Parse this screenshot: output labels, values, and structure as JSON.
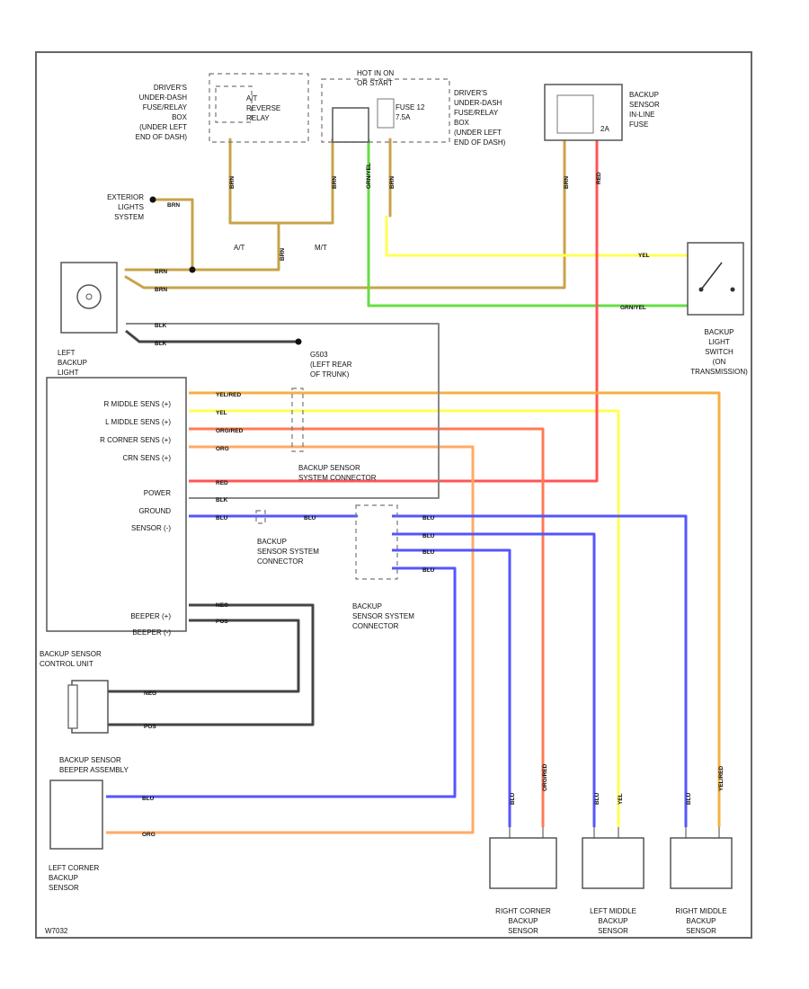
{
  "colors": {
    "brn": "#c8a34a",
    "yel": "#ffff55",
    "grn_yel": "#66dd44",
    "red": "#ff5555",
    "org": "#ffaa66",
    "yel_red": "#f5b040",
    "org_red": "#ff7a55",
    "blu": "#5555ff",
    "blk": "#444444",
    "gray": "#888888"
  },
  "components": {
    "drivers_fuse_relay_box_left": [
      "DRIVER'S",
      "UNDER-DASH",
      "FUSE/RELAY",
      "BOX",
      "(UNDER LEFT",
      "END OF DASH)"
    ],
    "at_reverse_relay": [
      "A/T",
      "REVERSE",
      "RELAY"
    ],
    "hot_in_on": [
      "HOT IN ON",
      "OR START"
    ],
    "fuse_12": [
      "FUSE 12",
      "7.5A"
    ],
    "drivers_fuse_relay_box_right": [
      "DRIVER'S",
      "UNDER-DASH",
      "FUSE/RELAY",
      "BOX",
      "(UNDER LEFT",
      "END OF DASH)"
    ],
    "backup_sensor_inline_fuse": [
      "BACKUP",
      "SENSOR",
      "IN-LINE",
      "FUSE"
    ],
    "inline_fuse_rating": "2A",
    "exterior_lights_system": [
      "EXTERIOR",
      "LIGHTS",
      "SYSTEM"
    ],
    "at_label": "A/T",
    "mt_label": "M/T",
    "left_backup_light": [
      "LEFT",
      "BACKUP",
      "LIGHT"
    ],
    "g503": [
      "G503",
      "(LEFT REAR",
      "OF TRUNK)"
    ],
    "backup_light_switch": [
      "BACKUP",
      "LIGHT",
      "SWITCH",
      "(ON",
      "TRANSMISSION)"
    ],
    "control_unit_pins": [
      "R MIDDLE SENS (+)",
      "L MIDDLE SENS (+)",
      "R CORNER SENS (+)",
      "CRN SENS (+)",
      "POWER",
      "GROUND",
      "SENSOR (-)",
      "BEEPER (+)",
      "BEEPER (-)"
    ],
    "backup_sensor_control_unit": [
      "BACKUP SENSOR",
      "CONTROL UNIT"
    ],
    "backup_sensor_system_connector_top": [
      "BACKUP SENSOR",
      "SYSTEM CONNECTOR"
    ],
    "backup_sensor_system_connector_mid": [
      "BACKUP",
      "SENSOR SYSTEM",
      "CONNECTOR"
    ],
    "backup_sensor_system_connector_low": [
      "BACKUP",
      "SENSOR SYSTEM",
      "CONNECTOR"
    ],
    "backup_sensor_beeper_assembly": [
      "BACKUP SENSOR",
      "BEEPER ASSEMBLY"
    ],
    "left_corner_backup_sensor": [
      "LEFT CORNER",
      "BACKUP",
      "SENSOR"
    ],
    "right_corner_backup_sensor": [
      "RIGHT CORNER",
      "BACKUP",
      "SENSOR"
    ],
    "left_middle_backup_sensor": [
      "LEFT MIDDLE",
      "BACKUP",
      "SENSOR"
    ],
    "right_middle_backup_sensor": [
      "RIGHT MIDDLE",
      "BACKUP",
      "SENSOR"
    ]
  },
  "wire_labels": {
    "brn": "BRN",
    "yel": "YEL",
    "grn_yel": "GRN/YEL",
    "red": "RED",
    "blk": "BLK",
    "yel_red": "YEL/RED",
    "org_red": "ORG/RED",
    "org": "ORG",
    "blu": "BLU",
    "neg": "NEG",
    "pos": "POS"
  },
  "diagram_id": "W7032"
}
